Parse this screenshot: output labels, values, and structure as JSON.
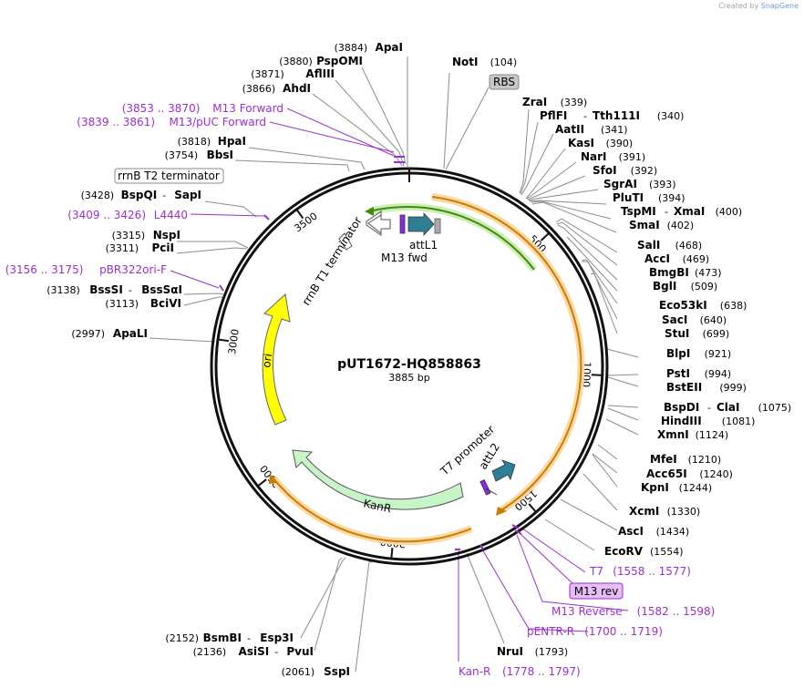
{
  "header": {
    "created_by": "Created by",
    "brand": "SnapGene"
  },
  "plasmid": {
    "name": "pUT1672-HQ858863",
    "size_label": "3885 bp",
    "length_bp": 3885
  },
  "ticks": [
    {
      "bp": 500,
      "label": "500"
    },
    {
      "bp": 1000,
      "label": "1000"
    },
    {
      "bp": 1500,
      "label": "1500"
    },
    {
      "bp": 2000,
      "label": "2000"
    },
    {
      "bp": 2500,
      "label": "2500"
    },
    {
      "bp": 3000,
      "label": "3000"
    },
    {
      "bp": 3500,
      "label": "3500"
    }
  ],
  "features": [
    {
      "name": "RBS",
      "kind": "box-label"
    },
    {
      "name": "rrnB T2 terminator",
      "kind": "box-label"
    },
    {
      "name": "M13 rev",
      "kind": "box-label-purple"
    },
    {
      "name": "attL1",
      "kind": "map-label"
    },
    {
      "name": "M13 fwd",
      "kind": "map-label"
    },
    {
      "name": "rrnB T1 terminator",
      "kind": "map-label"
    },
    {
      "name": "ori",
      "kind": "map-label",
      "color": "#ffff00"
    },
    {
      "name": "KanR",
      "kind": "map-label",
      "color": "#c8f5c8"
    },
    {
      "name": "T7 promoter",
      "kind": "map-label"
    },
    {
      "name": "attL2",
      "kind": "map-label"
    }
  ],
  "sites_left": [
    {
      "name": "ApaI",
      "pos": "(3884)"
    },
    {
      "name": "PspOMI",
      "pos": "(3880)"
    },
    {
      "name": "AflIII",
      "pos": "(3871)"
    },
    {
      "name": "AhdI",
      "pos": "(3866)"
    },
    {
      "name": "HpaI",
      "pos": "(3818)"
    },
    {
      "name": "BbsI",
      "pos": "(3754)"
    },
    {
      "name": "BspQI",
      "name2": "SapI",
      "pos": "(3428)"
    },
    {
      "name": "NspI",
      "pos": "(3315)"
    },
    {
      "name": "PciI",
      "pos": "(3311)"
    },
    {
      "name": "BssSI",
      "name2": "BssSαI",
      "pos": "(3138)"
    },
    {
      "name": "BciVI",
      "pos": "(3113)"
    },
    {
      "name": "ApaLI",
      "pos": "(2997)"
    },
    {
      "name": "BsmBI",
      "name2": "Esp3I",
      "pos": "(2152)"
    },
    {
      "name": "AsiSI",
      "name2": "PvuI",
      "pos": "(2136)"
    },
    {
      "name": "SspI",
      "pos": "(2061)"
    }
  ],
  "sites_right": [
    {
      "name": "NotI",
      "pos": "(104)"
    },
    {
      "name": "ZraI",
      "pos": "(339)"
    },
    {
      "name": "PflFI",
      "name2": "Tth111I",
      "pos": "(340)"
    },
    {
      "name": "AatII",
      "pos": "(341)"
    },
    {
      "name": "KasI",
      "pos": "(390)"
    },
    {
      "name": "NarI",
      "pos": "(391)"
    },
    {
      "name": "SfoI",
      "pos": "(392)"
    },
    {
      "name": "SgrAI",
      "pos": "(393)"
    },
    {
      "name": "PluTI",
      "pos": "(394)"
    },
    {
      "name": "TspMI",
      "name2": "XmaI",
      "pos": "(400)"
    },
    {
      "name": "SmaI",
      "pos": "(402)"
    },
    {
      "name": "SalI",
      "pos": "(468)"
    },
    {
      "name": "AccI",
      "pos": "(469)"
    },
    {
      "name": "BmgBI",
      "pos": "(473)"
    },
    {
      "name": "BglI",
      "pos": "(509)"
    },
    {
      "name": "Eco53kI",
      "pos": "(638)"
    },
    {
      "name": "SacI",
      "pos": "(640)"
    },
    {
      "name": "StuI",
      "pos": "(699)"
    },
    {
      "name": "BlpI",
      "pos": "(921)"
    },
    {
      "name": "PstI",
      "pos": "(994)"
    },
    {
      "name": "BstEII",
      "pos": "(999)"
    },
    {
      "name": "BspDI",
      "name2": "ClaI",
      "pos": "(1075)"
    },
    {
      "name": "HindIII",
      "pos": "(1081)"
    },
    {
      "name": "XmnI",
      "pos": "(1124)"
    },
    {
      "name": "MfeI",
      "pos": "(1210)"
    },
    {
      "name": "Acc65I",
      "pos": "(1240)"
    },
    {
      "name": "KpnI",
      "pos": "(1244)"
    },
    {
      "name": "XcmI",
      "pos": "(1330)"
    },
    {
      "name": "AscI",
      "pos": "(1434)"
    },
    {
      "name": "EcoRV",
      "pos": "(1554)"
    },
    {
      "name": "NruI",
      "pos": "(1793)"
    }
  ],
  "primers": [
    {
      "name": "M13 Forward",
      "range": "(3853 .. 3870)"
    },
    {
      "name": "M13/pUC Forward",
      "range": "(3839 .. 3861)"
    },
    {
      "name": "L4440",
      "range": "(3409 .. 3426)"
    },
    {
      "name": "pBR322ori-F",
      "range": "(3156 .. 3175)"
    },
    {
      "name": "T7",
      "range": "(1558 .. 1577)"
    },
    {
      "name": "M13 Reverse",
      "range": "(1582 .. 1598)"
    },
    {
      "name": "pENTR-R",
      "range": "(1700 .. 1719)"
    },
    {
      "name": "Kan-R",
      "range": "(1778 .. 1797)"
    }
  ],
  "colors": {
    "primer": "#9b2fcf",
    "backbone": "#000000",
    "leader": "#8c8c8c",
    "orange": "#f5a623",
    "attL": "#2e7f96",
    "green_arrow": "#6cbf3a"
  }
}
